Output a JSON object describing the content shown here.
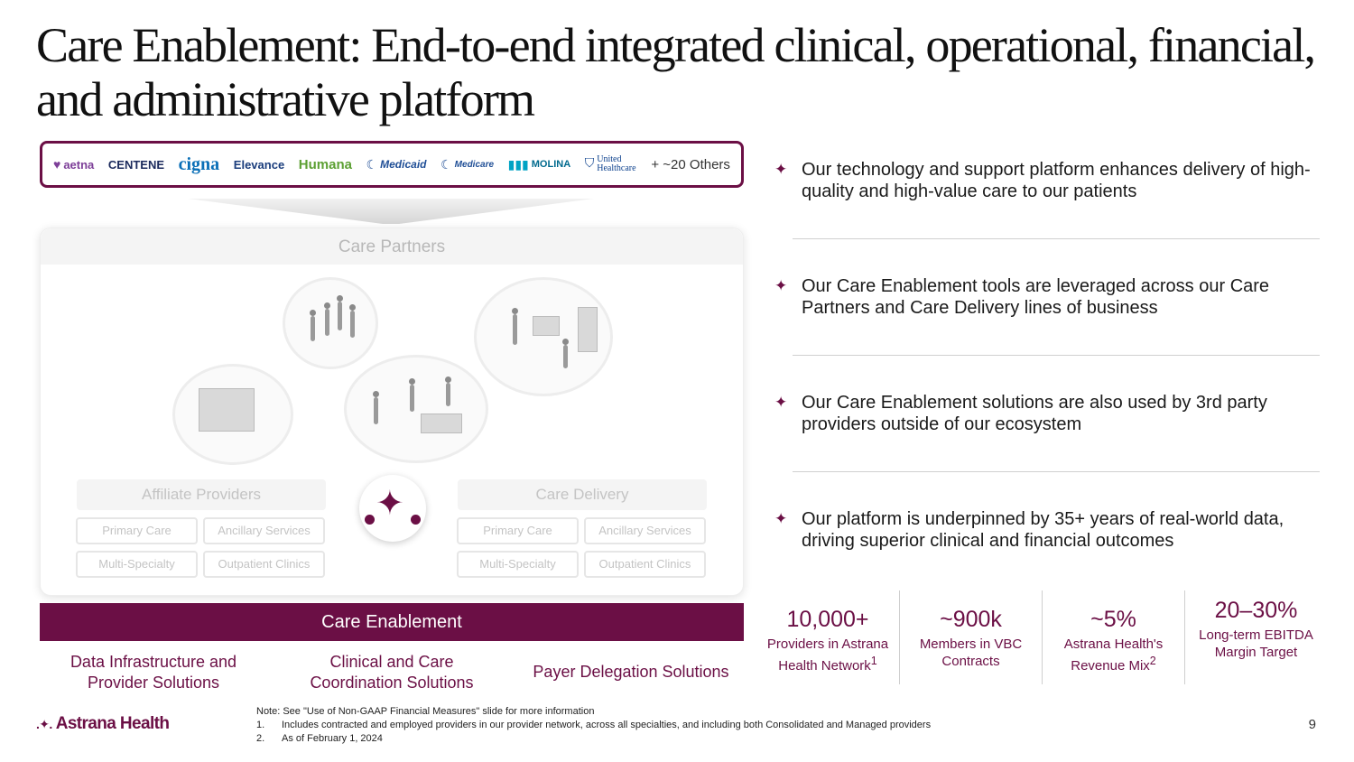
{
  "title": "Care Enablement: End-to-end integrated clinical, operational, financial, and administrative platform",
  "payers": [
    {
      "label": "aetna",
      "icon": "heart-icon",
      "color": "#7d3f98"
    },
    {
      "label": "CENTENE",
      "icon": "",
      "color": "#1b2a5c"
    },
    {
      "label": "cigna",
      "icon": "",
      "color": "#0a6fb7"
    },
    {
      "label": "Elevance",
      "icon": "",
      "color": "#1a3d7c"
    },
    {
      "label": "Humana",
      "icon": "",
      "color": "#5ca033"
    },
    {
      "label": "Medicaid",
      "icon": "swoosh-icon",
      "color": "#1f4e96"
    },
    {
      "label": "Medicare",
      "icon": "swoosh-icon",
      "color": "#1f4e96"
    },
    {
      "label": "MOLINA",
      "icon": "people-icon",
      "color": "#006a8e"
    },
    {
      "label": "United Healthcare",
      "icon": "shield-icon",
      "color": "#0a3f8c"
    },
    {
      "label": "+ ~20 Others",
      "icon": "",
      "color": "#333333"
    }
  ],
  "partners": {
    "heading": "Care Partners",
    "affiliate": {
      "heading": "Affiliate Providers",
      "chips": [
        "Primary Care",
        "Ancillary Services",
        "Multi-Specialty",
        "Outpatient Clinics"
      ]
    },
    "delivery": {
      "heading": "Care Delivery",
      "chips": [
        "Primary Care",
        "Ancillary Services",
        "Multi-Specialty",
        "Outpatient Clinics"
      ]
    }
  },
  "care_enablement": {
    "label": "Care Enablement",
    "solutions": [
      "Data Infrastructure and Provider Solutions",
      "Clinical and Care Coordination Solutions",
      "Payer Delegation Solutions"
    ]
  },
  "bullets": [
    "Our technology and support platform enhances delivery of high-quality and high-value care to our patients",
    "Our Care Enablement tools are leveraged across our Care Partners and Care Delivery lines of business",
    "Our Care Enablement solutions are also used by 3rd party providers outside of our ecosystem",
    "Our platform is underpinned by 35+ years of real-world data, driving superior clinical and financial outcomes"
  ],
  "stats": [
    {
      "value": "10,000+",
      "label": "Providers in Astrana Health Network",
      "sup": "1"
    },
    {
      "value": "~900k",
      "label": "Members in VBC Contracts",
      "sup": ""
    },
    {
      "value": "~5%",
      "label": "Astrana Health's Revenue Mix",
      "sup": "2"
    },
    {
      "value": "20–30%",
      "label": "Long-term EBITDA Margin Target",
      "sup": ""
    }
  ],
  "footer": {
    "logo": "Astrana Health",
    "note": "Note: See \"Use of Non-GAAP Financial Measures\" slide for more information",
    "footnotes": [
      {
        "key": "1.",
        "text": "Includes contracted and employed providers in our provider network, across all specialties, and including both Consolidated and Managed providers"
      },
      {
        "key": "2.",
        "text": "As of February 1, 2024"
      }
    ],
    "page": "9"
  },
  "colors": {
    "accent": "#6b0f45"
  }
}
